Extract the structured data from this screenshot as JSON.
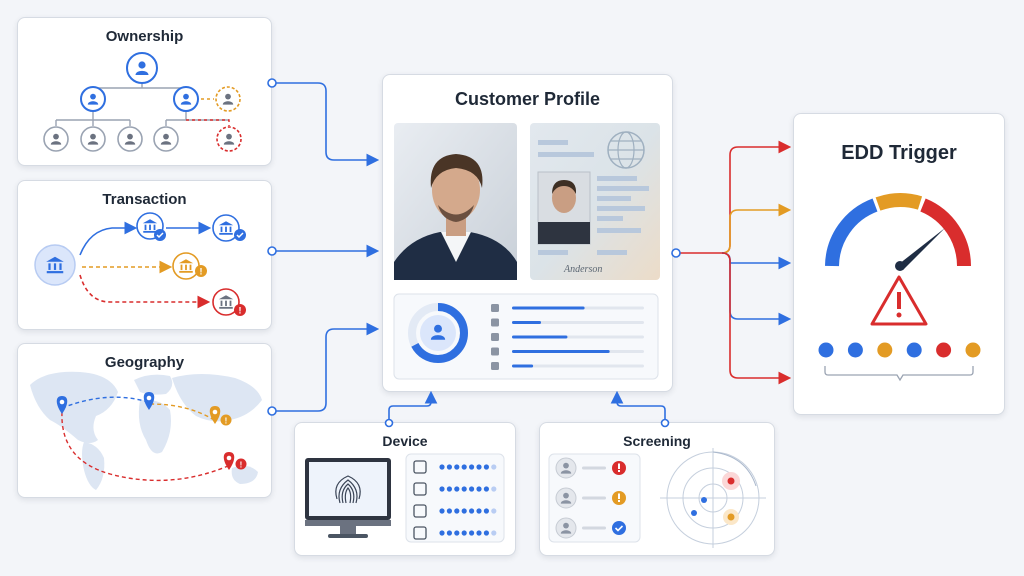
{
  "panels": {
    "ownership": {
      "title": "Ownership"
    },
    "transaction": {
      "title": "Transaction"
    },
    "geography": {
      "title": "Geography"
    },
    "profile": {
      "title": "Customer Profile",
      "signature": "Anderson"
    },
    "edd": {
      "title": "EDD Trigger"
    },
    "device": {
      "title": "Device"
    },
    "screening": {
      "title": "Screening"
    }
  },
  "colors": {
    "blue": "#2f6fe0",
    "orange": "#e39b24",
    "red": "#d92d2d",
    "gray": "#9aa3b2"
  },
  "profile_stats": [
    {
      "icon": "person-icon",
      "fill": 0.55
    },
    {
      "icon": "briefcase-icon",
      "fill": 0.22
    },
    {
      "icon": "home-icon",
      "fill": 0.42
    },
    {
      "icon": "flag-icon",
      "fill": 0.74
    },
    {
      "icon": "pie-icon",
      "fill": 0.16
    }
  ],
  "device_rows": [
    {
      "icon": "chip-icon"
    },
    {
      "icon": "monitor-icon"
    },
    {
      "icon": "clock-icon"
    },
    {
      "icon": "globe-icon"
    }
  ],
  "screening_rows": [
    {
      "status": "alert",
      "color": "#d92d2d"
    },
    {
      "status": "warning",
      "color": "#e39b24"
    },
    {
      "status": "cleared",
      "color": "#2f6fe0"
    }
  ],
  "risk_dots": [
    "#2f6fe0",
    "#2f6fe0",
    "#e39b24",
    "#2f6fe0",
    "#d92d2d",
    "#e39b24"
  ]
}
